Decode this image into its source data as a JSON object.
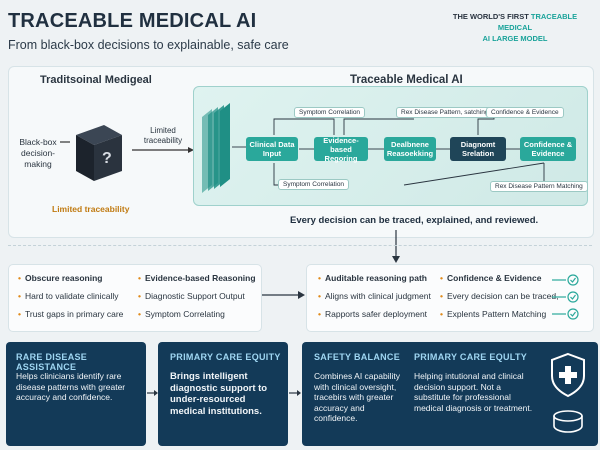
{
  "header": {
    "title": "TRACEABLE MEDICAL AI",
    "subtitle": "From black-box decisions to explainable, safe care",
    "tag_line1_prefix": "THE WORLD'S FIRST ",
    "tag_line1_accent": "TRACEABLE MEDICAL",
    "tag_line2": "AI LARGE MODEL"
  },
  "left": {
    "title": "Traditsoinal Medigeal",
    "blackbox_label": "Black-box decision-making",
    "limited_label": "Limited traceability",
    "limited_footer": "Limited traceability"
  },
  "right": {
    "title": "Traceable Medical AI",
    "nodes": [
      "Clinical Data Input",
      "Evidence-based Regoring",
      "Dealbnene Reasoekking",
      "Diagnomt Srelation",
      "Confidence & Evidence"
    ],
    "chips_top": [
      "Symptom Correlation",
      "Rex Disease Pattern, satching",
      "Confidence & Evidence"
    ],
    "chips_bottom": [
      "Symptom Correlation",
      "Rex Disease Pattern Matching"
    ],
    "caption": "Every decision can be traced, explained, and reviewed."
  },
  "mid_left": {
    "col1": [
      "Obscure reasoning",
      "Hard to validate clinically",
      "Trust gaps in primary care"
    ],
    "col2": [
      "Evidence-based Reasoning",
      "Diagnostic Support Output",
      "Symptom Correlating"
    ]
  },
  "mid_right": {
    "col1": [
      "Auditable reasoning path",
      "Aligns with clinical judgment",
      "Rapports safer deployment"
    ],
    "col2": [
      "Confidence & Evidence",
      "Every decision can be traced,",
      "Explents Pattern Matching"
    ]
  },
  "cards": [
    {
      "title": "RARE DISEASE ASSISTANCE",
      "body": "Helps clinicians identify rare disease patterns with greater accuracy and confidence."
    },
    {
      "title": "PRIMARY CARE EQUITY",
      "body": "Brings intelligent diagnostic support to under-resourced medical institutions."
    },
    {
      "title": "SAFETY BALANCE",
      "body": "Combines AI capability with clinical oversight, tracebirs with greater accuracy and confidence."
    },
    {
      "title": "PRIMARY CARE EQULTY",
      "body": "Helping intutional and clinical decision support. Not a substitute for professional medical diagnosis or treatment."
    }
  ],
  "colors": {
    "teal": "#2aa89b",
    "navy": "#133a58",
    "orange": "#e08a1a"
  }
}
